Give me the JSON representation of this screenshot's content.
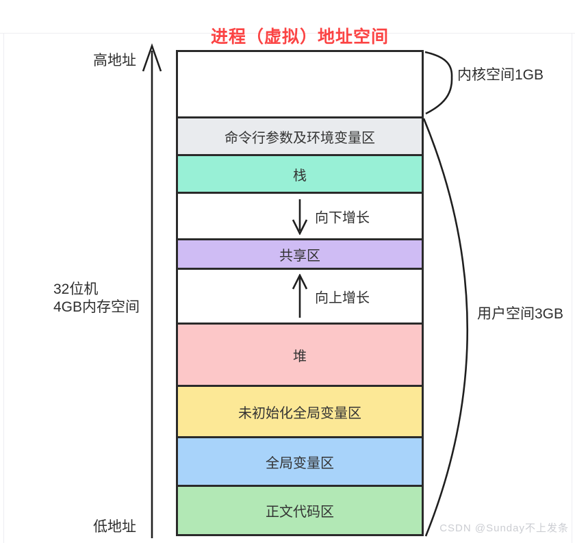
{
  "title": {
    "text": "进程（虚拟）地址空间",
    "color": "#fb4343"
  },
  "axis": {
    "high_label": "高地址",
    "low_label": "低地址",
    "machine_line1": "32位机",
    "machine_line2": "4GB内存空间"
  },
  "braces": {
    "kernel_label": "内核空间1GB",
    "user_label": "用户空间3GB"
  },
  "blocks": [
    {
      "name": "kernel-space",
      "label": "",
      "bg": "#ffffff"
    },
    {
      "name": "cmdline-env",
      "label": "命令行参数及环境变量区",
      "bg": "#e9ebee"
    },
    {
      "name": "stack",
      "label": "栈",
      "bg": "#98f0d6"
    },
    {
      "name": "grow-down-gap",
      "label": "",
      "bg": "#ffffff"
    },
    {
      "name": "shared-area",
      "label": "共享区",
      "bg": "#cfbcf4"
    },
    {
      "name": "grow-up-gap",
      "label": "",
      "bg": "#ffffff"
    },
    {
      "name": "heap",
      "label": "堆",
      "bg": "#fcc7c8"
    },
    {
      "name": "uninit-globals",
      "label": "未初始化全局变量区",
      "bg": "#fce896"
    },
    {
      "name": "globals",
      "label": "全局变量区",
      "bg": "#a8d3fa"
    },
    {
      "name": "text-code",
      "label": "正文代码区",
      "bg": "#b2e8b5"
    }
  ],
  "arrows": {
    "down_label": "向下增长",
    "up_label": "向上增长"
  },
  "watermark": {
    "text": "CSDN @Sunday不上发条",
    "color": "#cbcdd2"
  },
  "ink_color": "#2a2a2a"
}
